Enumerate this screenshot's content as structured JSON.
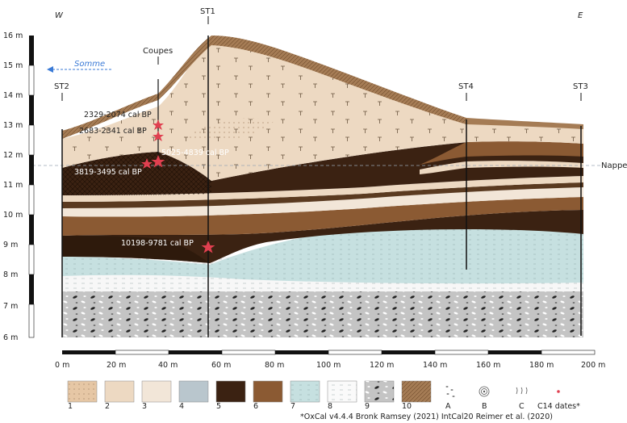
{
  "orientation": {
    "west": "W",
    "east": "E"
  },
  "river": {
    "label": "Somme"
  },
  "sections": {
    "st1": "ST1",
    "st2": "ST2",
    "st3": "ST3",
    "st4": "ST4",
    "coupes": "Coupes"
  },
  "water_table_label": "Nappe",
  "elevation_ticks": [
    "16 m",
    "15 m",
    "14 m",
    "13 m",
    "12 m",
    "11 m",
    "10 m",
    "9 m",
    "8 m",
    "7 m",
    "6 m"
  ],
  "distance_ticks": [
    "0 m",
    "20 m",
    "40 m",
    "60 m",
    "80 m",
    "100 m",
    "120 m",
    "140 m",
    "160 m",
    "180 m",
    "200 m"
  ],
  "dates": {
    "d1": "2329-2074 cal BP",
    "d2": "2683-2341 cal BP",
    "d3": "5025-4839 cal BP",
    "d4": "3819-3495 cal BP",
    "d5": "10198-9781 cal BP"
  },
  "legend": {
    "units": [
      "1",
      "2",
      "3",
      "4",
      "5",
      "6",
      "7",
      "8",
      "9",
      "10"
    ],
    "symbols": [
      "A",
      "B",
      "C"
    ],
    "c14": "C14 dates*"
  },
  "footnote": "*OxCal v4.4.4 Bronk Ramsey (2021) IntCal20 Reimer et al. (2020)",
  "colors": {
    "unit1": "#e6c7a5",
    "unit2": "#edd9c2",
    "unit3": "#f2e6d8",
    "unit4": "#b9c6cd",
    "unit5": "#3b2212",
    "unit6": "#8b5a33",
    "unit7": "#c6e0e0",
    "unit8": "#fafafa",
    "unit9": "#c4c4c4",
    "unit10": "#a57c55",
    "river": "#3a7ad6",
    "star": "#e04050"
  }
}
